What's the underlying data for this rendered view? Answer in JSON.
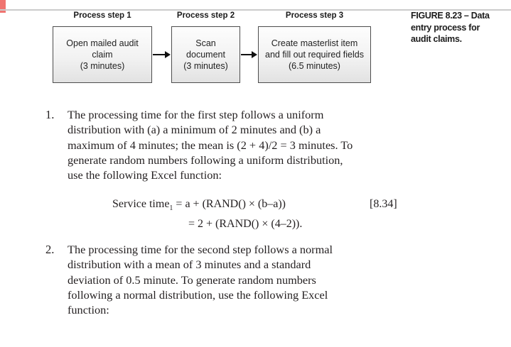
{
  "page": {
    "background": "#ffffff",
    "text_color": "#231f20"
  },
  "decor": {
    "red_marker_color": "#f07470",
    "top_rule_color": "#cbcbcb"
  },
  "diagram": {
    "steps": [
      {
        "title": "Process step 1",
        "body": "Open mailed audit\nclaim\n(3 minutes)"
      },
      {
        "title": "Process step 2",
        "body": "Scan\ndocument\n(3 minutes)"
      },
      {
        "title": "Process step 3",
        "body": "Create masterlist item\nand fill out required fields\n(6.5 minutes)"
      }
    ]
  },
  "caption": {
    "text": "FIGURE 8.23 – Data\nentry process for\naudit claims."
  },
  "list": {
    "items": [
      {
        "number": "1.",
        "text": "The processing time for the first step follows a uniform\ndistribution with (a) a minimum of 2 minutes and (b) a\nmaximum of 4 minutes; the mean is (2 + 4)/2 = 3 minutes. To\ngenerate random numbers following a uniform distribution,\nuse the following Excel function:"
      },
      {
        "number": "2.",
        "text": "The processing time for the second step follows a normal\ndistribution with a mean of 3 minutes and a standard\ndeviation of 0.5 minute. To generate random numbers\nfollowing a normal distribution, use the following Excel\nfunction:"
      }
    ]
  },
  "equation": {
    "lhs": "Service time",
    "subscript": "1",
    "line1_rhs": " = a + (RAND() × (b–a))",
    "reference": "[8.34]",
    "line2": "= 2 + (RAND() × (4–2))."
  }
}
